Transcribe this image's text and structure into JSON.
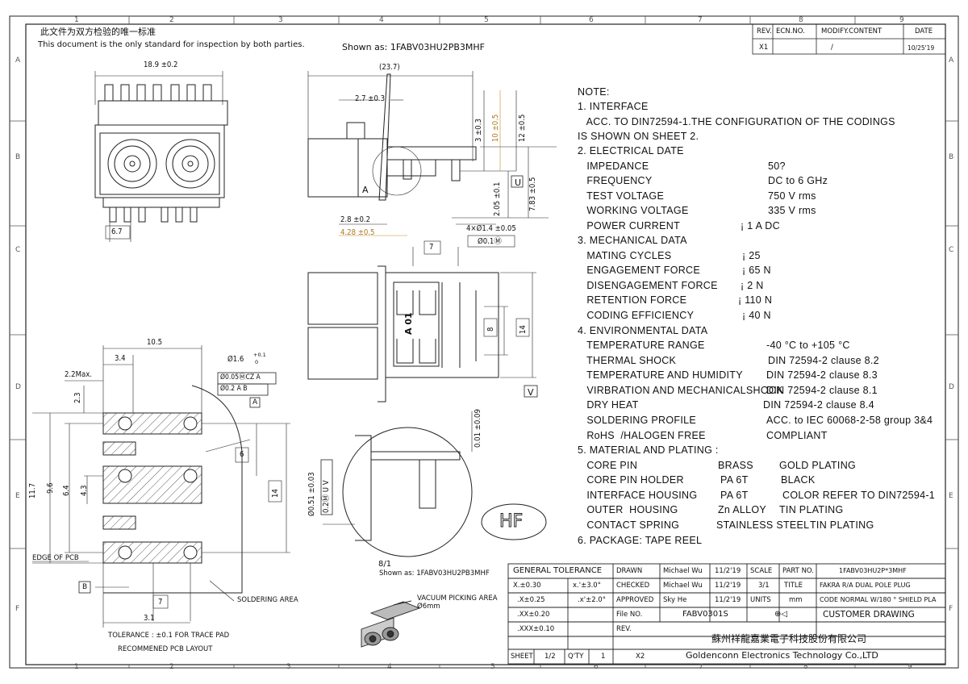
{
  "header": {
    "cn_line": "此文件为双方检验的唯一标准",
    "en_line": "This document is the only standard for inspection by both parties.",
    "shown_as": "Shown as: 1FABV03HU2PB3MHF"
  },
  "revision": {
    "headers": [
      "REV.",
      "ECN.NO.",
      "MODIFY.CONTENT",
      "DATE"
    ],
    "row": [
      "X1",
      "",
      "/",
      "10/25'19"
    ]
  },
  "zones": {
    "cols": [
      "1",
      "2",
      "3",
      "4",
      "5",
      "6",
      "7",
      "8",
      "9"
    ],
    "rows": [
      "A",
      "B",
      "C",
      "D",
      "E",
      "F"
    ]
  },
  "dims": {
    "top_width": "18.9 ±0.2",
    "top_pitch": "6.7",
    "side_len": "(23.7)",
    "side_27": "2.7 ±0.3",
    "side_3": "3 ±0.3",
    "side_10": "10 ±0.5",
    "side_12": "12 ±0.5",
    "side_205": "2.05 ±0.1",
    "side_783": "7.83 ±0.5",
    "side_28": "2.8 ±0.2",
    "side_428": "4.28 ±0.5",
    "side_holes": "4×Ø1.4 ±0.05",
    "side_pos": "Ø0.1Ⓜ",
    "datum_a": "A",
    "datum_u": "U",
    "datum_v": "V",
    "datum_b": "B",
    "front_7": "7",
    "front_8": "8",
    "front_14": "14",
    "front_marking": "A 01",
    "pcb_105": "10.5",
    "pcb_34": "3.4",
    "pcb_22": "2.2Max.",
    "pcb_23": "2.3",
    "pcb_hole": "Ø1.6",
    "pcb_hole_tol_up": "+0.1",
    "pcb_hole_tol_dn": "0",
    "pcb_fcf1": "Ø0.05ⓂCZ A",
    "pcb_fcf2": "Ø0.2 A B",
    "pcb_6": "6",
    "pcb_117": "11.7",
    "pcb_96": "9.6",
    "pcb_64": "6.4",
    "pcb_43": "4.3",
    "pcb_14": "14",
    "pcb_7": "7",
    "pcb_31": "3.1",
    "detail_001": "0.01 ±0.09",
    "detail_051": "Ø0.51 ±0.03",
    "detail_fcf": "0.2Ⓜ U V"
  },
  "labels": {
    "edge_pcb": "EDGE OF PCB",
    "soldering_area": "SOLDERING AREA",
    "tolerance": "TOLERANCE :  ±0.1  FOR TRACE PAD",
    "recommended": "RECOMMENED PCB LAYOUT",
    "detail_scale": "8/1",
    "detail_shown": "Shown as: 1FABV03HU2PB3MHF",
    "vacuum_1": "VACUUM PICKING AREA",
    "vacuum_2": "Ø6mm",
    "hf": "HF"
  },
  "notes": [
    "NOTE:",
    "1. INTERFACE",
    "   ACC. TO DIN72594-1.THE CONFIGURATION OF THE CODINGS",
    "IS SHOWN ON SHEET 2.",
    "2. ELECTRICAL DATE",
    "   IMPEDANCE",
    "   FREQUENCY",
    "   TEST VOLTAGE",
    "   WORKING VOLTAGE",
    "   POWER CURRENT",
    "3. MECHANICAL DATA",
    "   MATING CYCLES",
    "   ENGAGEMENT FORCE",
    "   DISENGAGEMENT FORCE",
    "   RETENTION FORCE",
    "   CODING EFFICIENCY",
    "4. ENVIRONMENTAL DATA",
    "   TEMPERATURE RANGE",
    "   THERMAL SHOCK",
    "   TEMPERATURE AND HUMIDITY",
    "   VIRBRATION AND MECHANICALSHOCK",
    "   DRY HEAT",
    "   SOLDERING PROFILE",
    "   RoHS  /HALOGEN FREE",
    "5. MATERIAL AND PLATING :",
    "   CORE PIN",
    "   CORE PIN HOLDER",
    "   INTERFACE HOUSING",
    "   OUTER  HOUSING",
    "   CONTACT SPRING",
    "6. PACKAGE:   TAPE REEL"
  ],
  "note_values": {
    "impedance": "50?",
    "frequency": "DC to 6 GHz",
    "test_voltage": "750 V rms",
    "working_voltage": "335 V rms",
    "power_current": "¡ 1 A DC",
    "mating_cycles": "¡ 25",
    "engagement": "¡ 65 N",
    "disengagement": "¡ 2 N",
    "retention": "¡ 110 N",
    "coding": "¡ 40 N",
    "temp_range": "-40 °C to +105 °C",
    "thermal_shock": "DIN 72594-2 clause 8.2",
    "temp_humidity": "DIN 72594-2 clause 8.3",
    "vibration": "DIN 72594-2 clause 8.1",
    "dry_heat": "DIN 72594-2 clause 8.4",
    "soldering": "ACC. to IEC 60068-2-58 group 3&4",
    "rohs": "COMPLIANT",
    "core_pin_mat": "BRASS",
    "core_pin_plat": "GOLD PLATING",
    "holder_mat": "PA 6T",
    "holder_plat": "BLACK",
    "interface_mat": "PA 6T",
    "interface_plat": "COLOR REFER TO DIN72594-1",
    "outer_mat": "Zn ALLOY",
    "outer_plat": "TIN PLATING",
    "spring_mat": "STAINLESS STEEL",
    "spring_plat": "TIN PLATING"
  },
  "title_block": {
    "general_tolerance": "GENERAL TOLERANCE",
    "tol": [
      [
        "X.±0.30",
        "x.'±3.0°"
      ],
      [
        ".X±0.25",
        ".x'±2.0°"
      ],
      [
        ".XX±0.20",
        ""
      ],
      [
        ".XXX±0.10",
        ""
      ]
    ],
    "drawn": "DRAWN",
    "drawn_name": "Michael Wu",
    "drawn_date": "11/2'19",
    "checked": "CHECKED",
    "checked_name": "Michael Wu",
    "checked_date": "11/2'19",
    "approved": "APPROVED",
    "approved_name": "Sky He",
    "approved_date": "11/2'19",
    "scale": "SCALE",
    "scale_val": "3/1",
    "units": "UNITS",
    "units_val": "mm",
    "title": "TITLE",
    "part_no": "PART NO.",
    "part_no_val": "1FABV03HU2P*3MHF",
    "title_val": "FAKRA R/A DUAL POLE PLUG",
    "code": "CODE NORMAL W/180  ° SHIELD PLA",
    "file_no": "File NO.",
    "file_no_val": "FABV0301S",
    "customer": "CUSTOMER DRAWING",
    "rev": "REV.",
    "company_cn": "蘇州祥龍嘉業電子科技股份有限公司",
    "company_en": "Goldenconn Electronics Technology Co.,LTD",
    "sheet": "SHEET",
    "sheet_val": "1/2",
    "qty": "Q'TY",
    "qty_val": "1",
    "x2": "X2"
  }
}
